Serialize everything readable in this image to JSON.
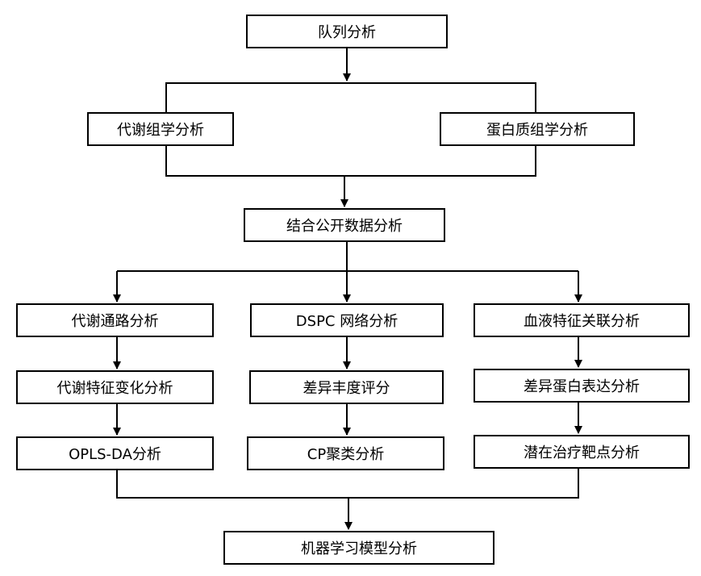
{
  "nodes": {
    "cohort": "队列分析",
    "metabolomics": "代谢组学分析",
    "proteomics": "蛋白质组学分析",
    "public_data": "结合公开数据分析",
    "metabolic_pathway": "代谢通路分析",
    "dspc_network": "DSPC 网络分析",
    "blood_feature": "血液特征关联分析",
    "metabolic_feature_change": "代谢特征变化分析",
    "diff_score": "差异丰度评分",
    "diff_protein": "差异蛋白表达分析",
    "opls_da": "OPLS-DA分析",
    "cp_cluster": "CP聚类分析",
    "target": "潜在治疗靶点分析",
    "ml_model": "机器学习模型分析"
  },
  "colors": {
    "border": "#000000",
    "arrow": "#000000",
    "background": "#ffffff"
  }
}
